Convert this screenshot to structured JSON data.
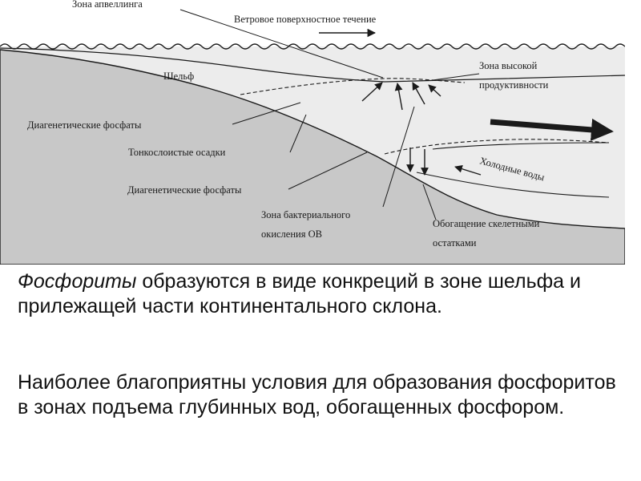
{
  "diagram": {
    "labels": {
      "upwelling_zone": "Зона апвеллинга",
      "wind_current": "Ветровое поверхностное течение",
      "shelf": "Шельф",
      "high_productivity_1": "Зона высокой",
      "high_productivity_2": "продуктивности",
      "diagenetic_upper": "Диагенетические фосфаты",
      "thin_layered": "Тонкослоистые осадки",
      "diagenetic_lower": "Диагенетические фосфаты",
      "bacterial_zone_1": "Зона бактериального",
      "bacterial_zone_2": "окисления ОВ",
      "skeletal_1": "Обогащение скелетными",
      "skeletal_2": "остатками",
      "cold_waters": "Холодные воды"
    },
    "colors": {
      "water": "#ececec",
      "seabed": "#c8c8c8",
      "line": "#1a1a1a"
    }
  },
  "text": {
    "p1_term": "Фосфориты",
    "p1_rest": " образуются в виде конкреций в зоне шельфа и прилежащей части континентального склона.",
    "p2": "Наиболее благоприятны условия для образования фосфоритов в зонах подъема глубинных вод, обогащенных фосфором."
  }
}
